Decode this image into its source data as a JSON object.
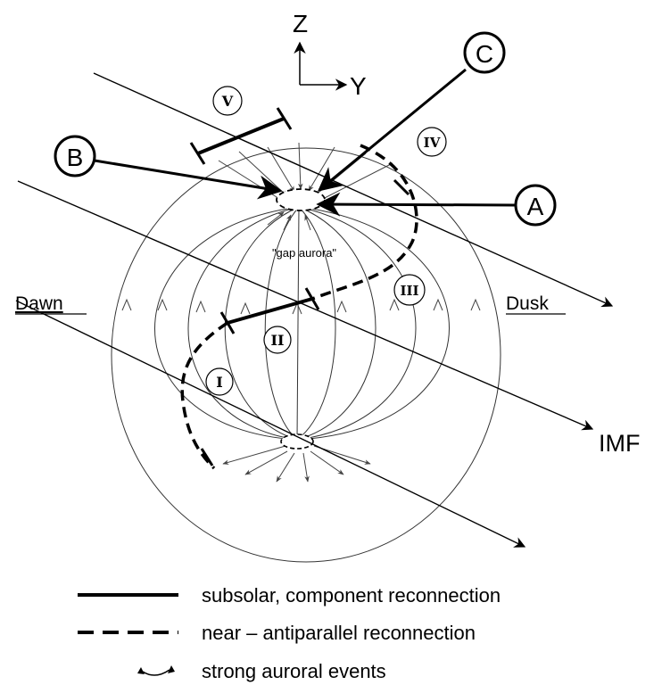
{
  "axes": {
    "z_label": "Z",
    "y_label": "Y"
  },
  "callouts": [
    {
      "id": "A",
      "label": "A"
    },
    {
      "id": "B",
      "label": "B"
    },
    {
      "id": "C",
      "label": "C"
    }
  ],
  "regions": [
    "I",
    "II",
    "III",
    "IV",
    "V"
  ],
  "side_labels": {
    "dawn": "Dawn",
    "dusk": "Dusk"
  },
  "imf_label": "IMF",
  "gap_aurora_label": "\"gap aurora\"",
  "legend": [
    {
      "style": "solid",
      "label": "subsolar, component reconnection"
    },
    {
      "style": "dashed",
      "label": "near – antiparallel reconnection"
    },
    {
      "style": "curved-arrow",
      "label": "strong auroral events"
    }
  ]
}
